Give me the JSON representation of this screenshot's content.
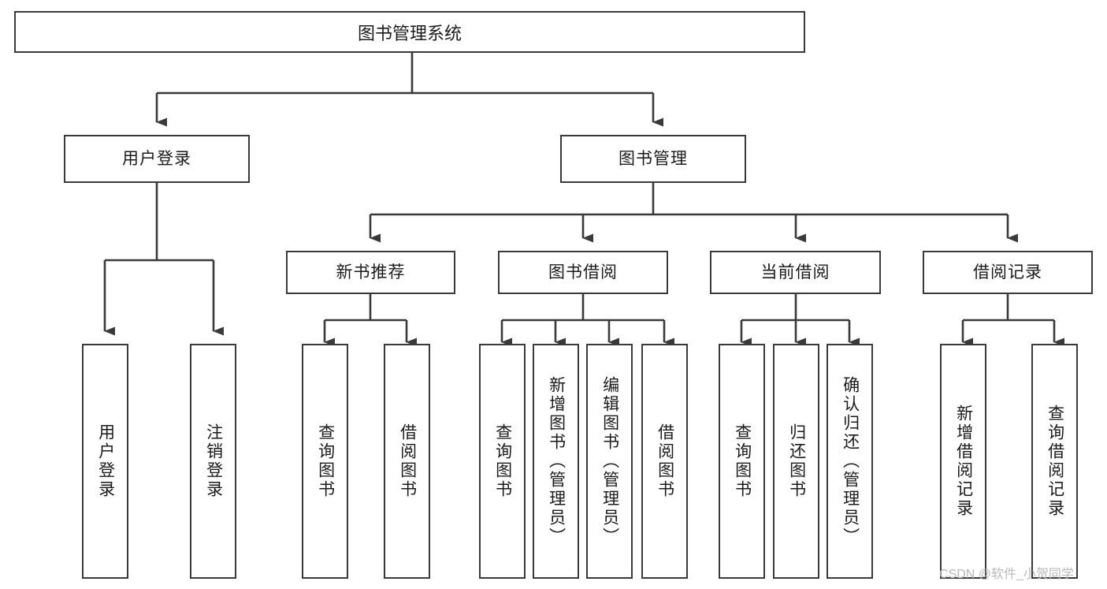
{
  "diagram": {
    "title": "图书管理系统",
    "type": "tree-hierarchy-chart",
    "root": {
      "label": "图书管理系统"
    },
    "level2": [
      {
        "label": "用户登录"
      },
      {
        "label": "图书管理"
      }
    ],
    "level3": [
      {
        "label": "新书推荐"
      },
      {
        "label": "图书借阅"
      },
      {
        "label": "当前借阅"
      },
      {
        "label": "借阅记录"
      }
    ],
    "leaves": {
      "user_login": [
        {
          "label": "用户登录"
        },
        {
          "label": "注销登录"
        }
      ],
      "new_book_recommend": [
        {
          "label": "查询图书"
        },
        {
          "label": "借阅图书"
        }
      ],
      "book_borrow": [
        {
          "label": "查询图书"
        },
        {
          "label": "新增图书（管理员）"
        },
        {
          "label": "编辑图书（管理员）"
        },
        {
          "label": "借阅图书"
        }
      ],
      "current_borrow": [
        {
          "label": "查询图书"
        },
        {
          "label": "归还图书"
        },
        {
          "label": "确认归还（管理员）"
        }
      ],
      "borrow_record": [
        {
          "label": "新增借阅记录"
        },
        {
          "label": "查询借阅记录"
        }
      ]
    }
  },
  "watermark": {
    "text": "CSDN @软件_小贺同学"
  },
  "colors": {
    "border": "#3a3a3a",
    "line": "#3a3a3a",
    "text": "#1b1b1b",
    "background": "#ffffff",
    "watermark": "#b9b9b9"
  }
}
